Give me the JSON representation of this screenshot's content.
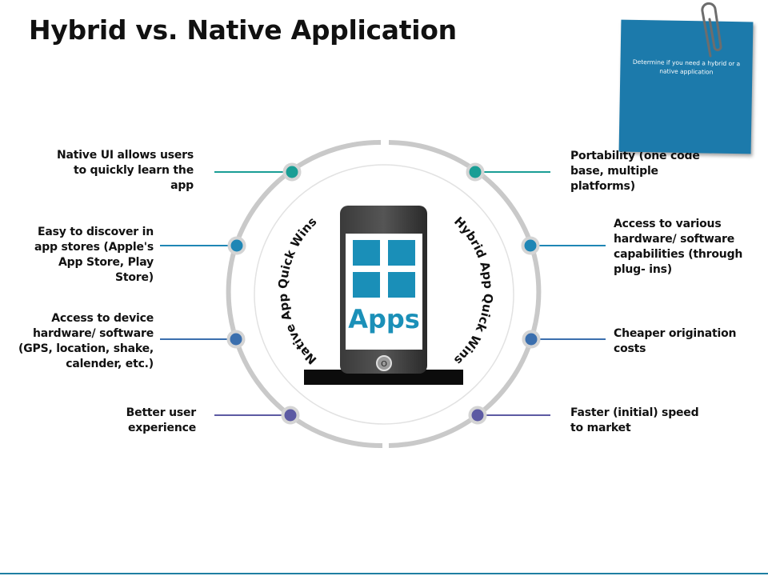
{
  "title": "Hybrid vs. Native Application",
  "note": {
    "text": "Determine if you need a hybrid or a native application"
  },
  "center": {
    "apps_label": "Apps",
    "left_arc": "Native App Quick Wins",
    "right_arc": "Hybrid App Quick Wins",
    "home_button": "O"
  },
  "native_points": [
    "Native UI allows users to quickly learn the app",
    "Easy to discover in app stores (Apple's App Store, Play Store)",
    "Access to device hardware/ software (GPS, location, shake, calender, etc.)",
    "Better user experience"
  ],
  "hybrid_points": [
    "Portability (one code base, multiple platforms)",
    "Access to various hardware/ software capabilities (through plug- ins)",
    "Cheaper origination costs",
    "Faster (initial) speed to market"
  ],
  "colors": {
    "teal": "#1a9e95",
    "blue": "#1f86b5",
    "steel": "#3b6fae",
    "purple": "#5c5aa3",
    "note": "#1c7aab"
  }
}
